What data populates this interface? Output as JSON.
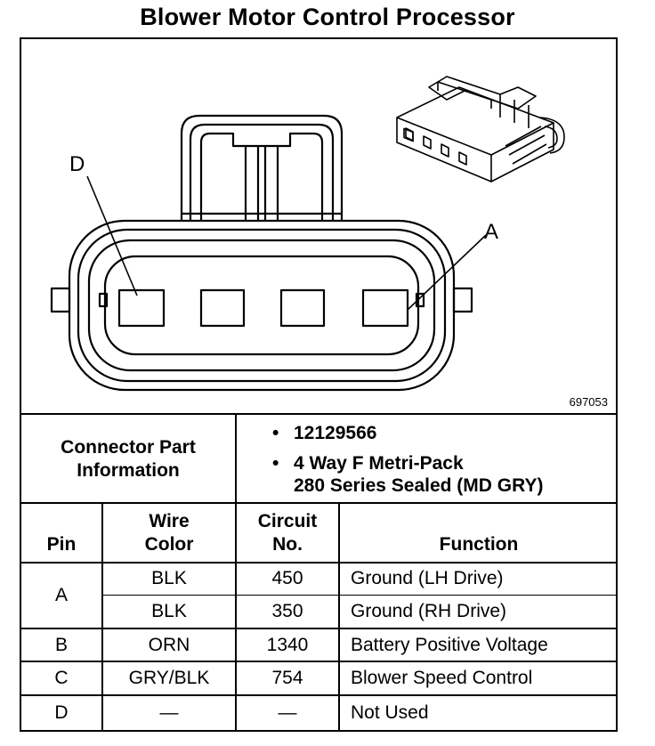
{
  "title": "Blower Motor Control Processor",
  "figure_id": "697053",
  "callouts": {
    "pin_d": "D",
    "pin_a": "A"
  },
  "connector_info": {
    "label_line1": "Connector Part",
    "label_line2": "Information",
    "bullet": "•",
    "part_number": "12129566",
    "description_line1": "4 Way F Metri-Pack",
    "description_line2": "280 Series Sealed (MD GRY)"
  },
  "table": {
    "headers": {
      "pin": "Pin",
      "wire_color_line1": "Wire",
      "wire_color_line2": "Color",
      "circuit_line1": "Circuit",
      "circuit_line2": "No.",
      "function": "Function"
    },
    "rows": [
      {
        "pin": "A",
        "wire_color": "BLK",
        "circuit": "450",
        "function": "Ground (LH Drive)"
      },
      {
        "pin": "",
        "wire_color": "BLK",
        "circuit": "350",
        "function": "Ground (RH Drive)"
      },
      {
        "pin": "B",
        "wire_color": "ORN",
        "circuit": "1340",
        "function": "Battery Positive Voltage"
      },
      {
        "pin": "C",
        "wire_color": "GRY/BLK",
        "circuit": "754",
        "function": "Blower Speed Control"
      },
      {
        "pin": "D",
        "wire_color": "—",
        "circuit": "—",
        "function": "Not Used"
      }
    ]
  }
}
